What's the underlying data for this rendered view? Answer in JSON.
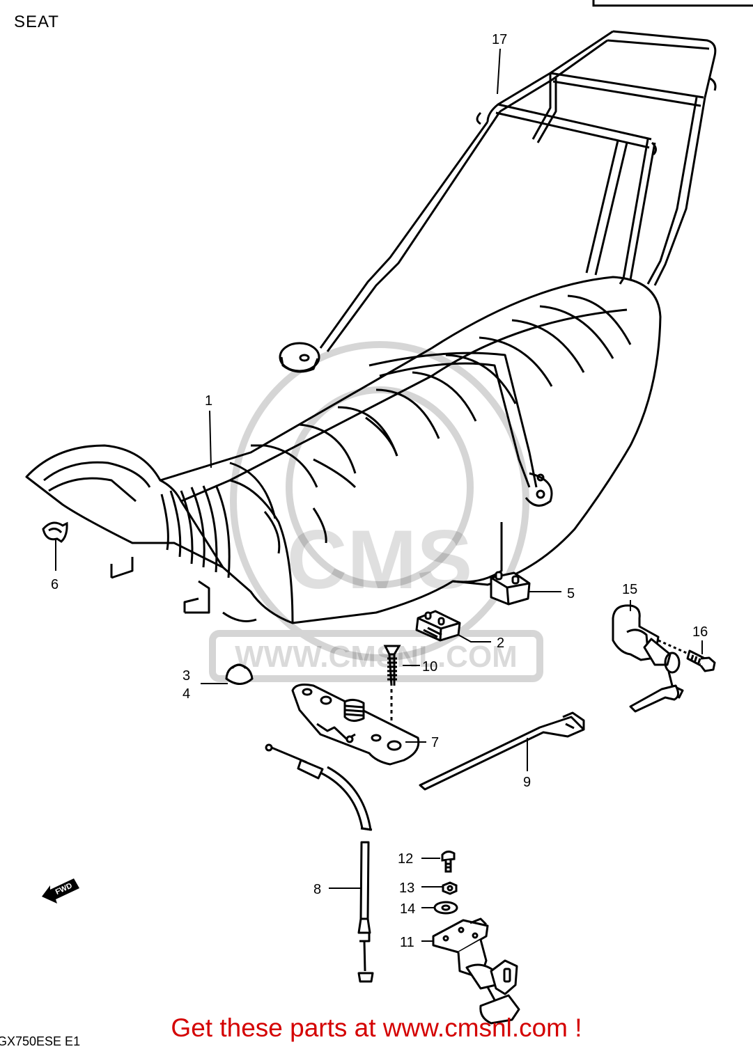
{
  "diagram": {
    "title": "SEAT",
    "drawing_code": "GX750ESE E1",
    "forward_marker": "FWD",
    "watermark": {
      "brand": "CMS",
      "url": "WWW.CMSNL.COM"
    }
  },
  "callouts": [
    "17",
    "1",
    "6",
    "5",
    "15",
    "16",
    "2",
    "10",
    "3",
    "4",
    "7",
    "9",
    "12",
    "8",
    "13",
    "14",
    "11"
  ],
  "footer": {
    "cta": "Get these parts at www.cmsnl.com !"
  }
}
